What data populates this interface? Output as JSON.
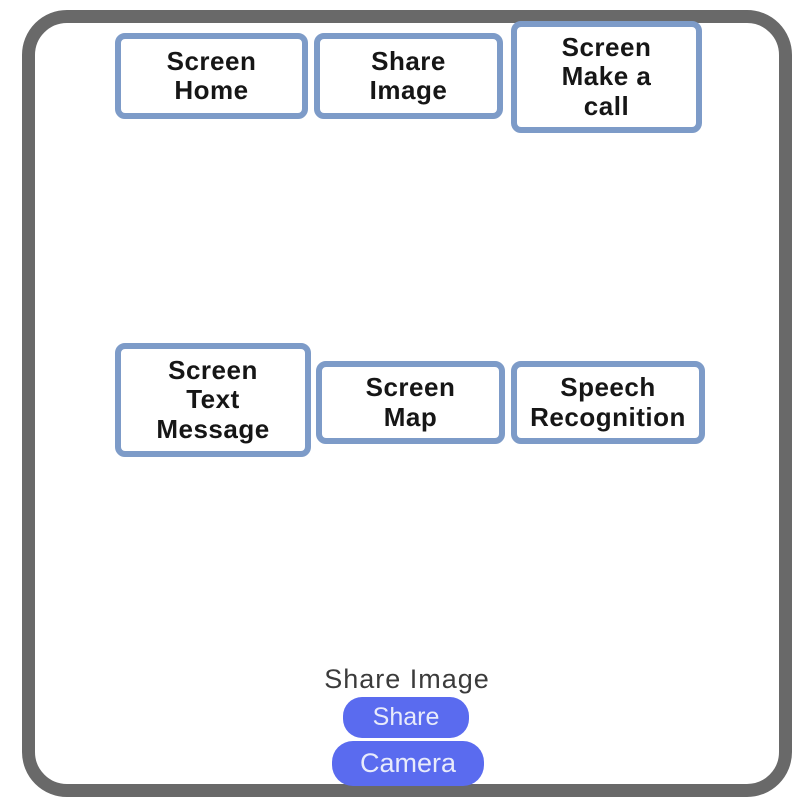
{
  "colors": {
    "frame_border": "#696969",
    "box_border": "#7d9bc8",
    "pill_bg": "#5a6bef",
    "pill_text": "#e8ebfb",
    "label_text": "#3b3b3b"
  },
  "screen_buttons": {
    "top_row": [
      {
        "label": "Screen\nHome"
      },
      {
        "label": "Share\nImage"
      },
      {
        "label": "Screen\nMake a\ncall"
      }
    ],
    "middle_row": [
      {
        "label": "Screen\nText\nMessage"
      },
      {
        "label": "Screen\nMap"
      },
      {
        "label": "Speech\nRecognition"
      }
    ]
  },
  "bottom_panel": {
    "title": "Share Image",
    "share_button_label": "Share",
    "camera_button_label": "Camera"
  }
}
